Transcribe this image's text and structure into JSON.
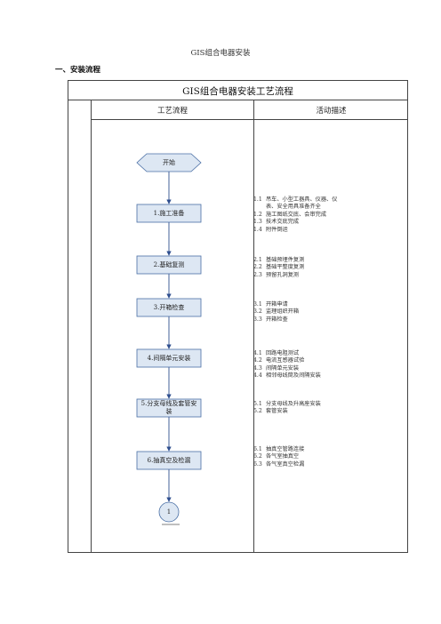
{
  "document": {
    "title": "GIS组合电器安装",
    "section_heading": "一、安装流程"
  },
  "table": {
    "title": "GIS组合电器安装工艺流程",
    "col_flow_header": "工艺流程",
    "col_activity_header": "活动描述"
  },
  "flow": {
    "start_label": "开始",
    "steps": [
      {
        "label": "1.施工准备"
      },
      {
        "label": "2.基础复测"
      },
      {
        "label": "3.开箱检查"
      },
      {
        "label": "4.间隔单元安装"
      },
      {
        "label": "5.分支母线及套管安装"
      },
      {
        "label": "6.抽真空及检漏"
      }
    ],
    "connector_label": "1"
  },
  "activities": [
    {
      "lines": [
        {
          "num": "1.1",
          "text": "吊车、小型工器具、仪器、仪"
        },
        {
          "num": "",
          "text": "表、安全用具准备齐全"
        },
        {
          "num": "1.2",
          "text": "施工图纸交底、会审完成"
        },
        {
          "num": "1.3",
          "text": "技术交底完成"
        },
        {
          "num": "1.4",
          "text": "附件倒运"
        }
      ]
    },
    {
      "lines": [
        {
          "num": "2.1",
          "text": "基础预埋件复测"
        },
        {
          "num": "2.2",
          "text": "基础平整度复测"
        },
        {
          "num": "2.3",
          "text": "预留孔洞复测"
        }
      ]
    },
    {
      "lines": [
        {
          "num": "3.1",
          "text": "开箱申请"
        },
        {
          "num": "3.2",
          "text": "监理组织开箱"
        },
        {
          "num": "3.3",
          "text": "开箱检查"
        }
      ]
    },
    {
      "lines": [
        {
          "num": "4.1",
          "text": "回路电阻测试"
        },
        {
          "num": "4.2",
          "text": "电流互感器试验"
        },
        {
          "num": "4.3",
          "text": "间隔单元安装"
        },
        {
          "num": "4.4",
          "text": "相邻母线筒及间隔安装"
        }
      ]
    },
    {
      "lines": [
        {
          "num": "5.1",
          "text": "分支母线及升高座安装"
        },
        {
          "num": "5.2",
          "text": "套管安装"
        }
      ]
    },
    {
      "lines": [
        {
          "num": "6.1",
          "text": "抽真空管路连接"
        },
        {
          "num": "6.2",
          "text": "各气室抽真空"
        },
        {
          "num": "6.3",
          "text": "各气室真空检漏"
        }
      ]
    }
  ],
  "colors": {
    "box_fill": "#dde7f3",
    "box_stroke": "#4a6fa5",
    "arrow": "#2f4f8f",
    "table_border": "#444444"
  }
}
